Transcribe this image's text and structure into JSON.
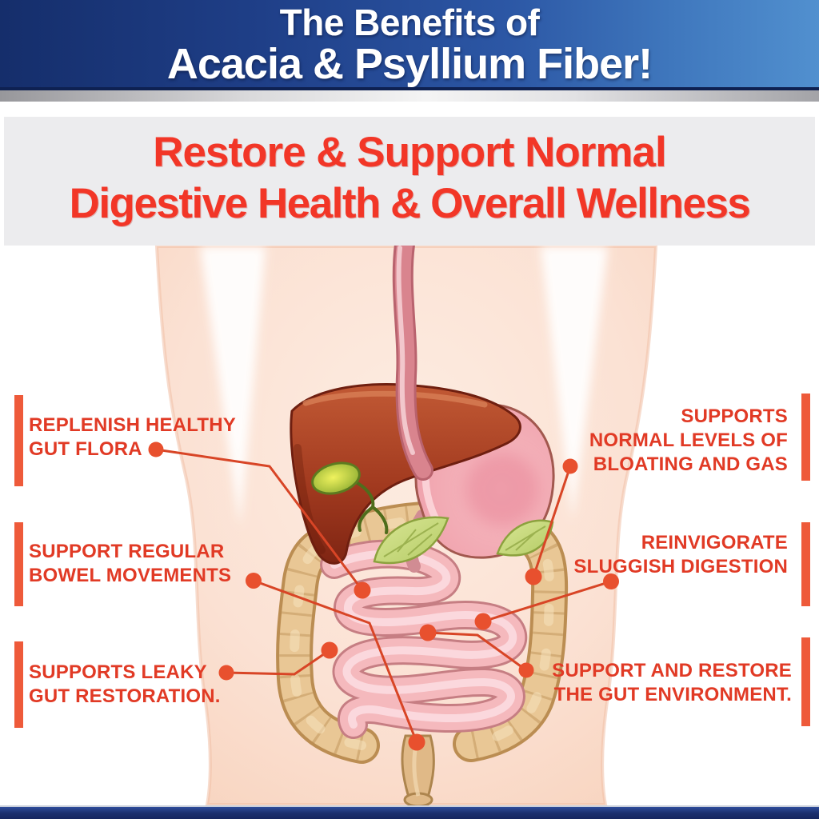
{
  "header": {
    "line1": "The Benefits of",
    "line2": "Acacia & Psyllium Fiber!"
  },
  "banner": {
    "line1": "Restore & Support Normal",
    "line2": "Digestive Health & Overall Wellness"
  },
  "callouts": {
    "left": [
      {
        "id": "replenish-gut-flora",
        "lines": [
          "REPLENISH HEALTHY",
          "GUT FLORA"
        ]
      },
      {
        "id": "regular-bowel-movements",
        "lines": [
          "SUPPORT REGULAR",
          "BOWEL MOVEMENTS"
        ]
      },
      {
        "id": "leaky-gut-restoration",
        "lines": [
          "SUPPORTS LEAKY",
          "GUT RESTORATION."
        ]
      }
    ],
    "right": [
      {
        "id": "bloating-and-gas",
        "lines": [
          "SUPPORTS",
          "NORMAL LEVELS OF",
          "BLOATING AND GAS"
        ]
      },
      {
        "id": "sluggish-digestion",
        "lines": [
          "REINVIGORATE",
          "SLUGGISH DIGESTION"
        ]
      },
      {
        "id": "gut-environment",
        "lines": [
          "SUPPORT AND RESTORE",
          "THE GUT ENVIRONMENT."
        ]
      }
    ]
  },
  "illustration": {
    "organs": [
      "esophagus",
      "liver",
      "gallbladder",
      "stomach",
      "pancreas",
      "large-intestine",
      "small-intestine",
      "rectum"
    ]
  },
  "colors": {
    "header_gradient_start": "#152e6b",
    "header_gradient_end": "#5190cf",
    "banner_bg": "#ececee",
    "banner_text": "#f23627",
    "callout_text": "#e13a25",
    "accent_bar": "#ee5a3a",
    "leader_line": "#d84526",
    "footer_navy": "#16265c",
    "skin": "#fbe1d3",
    "liver": "#a23a1f",
    "stomach": "#efa0ab",
    "small_intestine": "#f5b9bd",
    "large_intestine": "#e9c795",
    "gallbladder": "#c9dd4a",
    "pancreas": "#cfe08e",
    "esophagus": "#d9848e",
    "rectum": "#e0b987"
  }
}
